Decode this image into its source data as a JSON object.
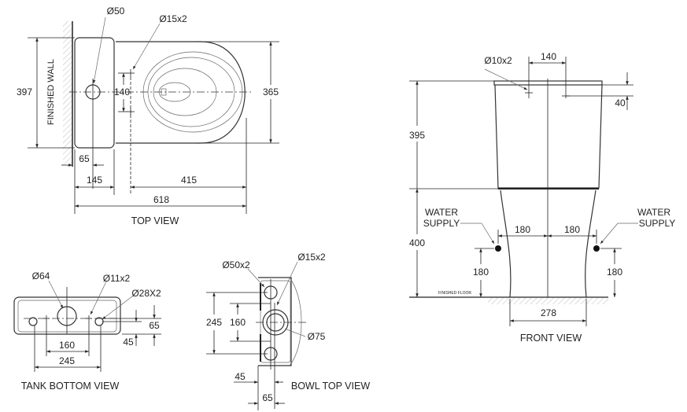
{
  "top_view": {
    "title": "TOP VIEW",
    "wall_label": "FINISHED WALL",
    "dims": {
      "d397": "397",
      "d365": "365",
      "d140": "140",
      "d65": "65",
      "d145": "145",
      "d415": "415",
      "d618": "618"
    },
    "callouts": {
      "outlet": "Ø50",
      "holes": "Ø15x2"
    }
  },
  "tank_bottom_view": {
    "title": "TANK BOTTOM VIEW",
    "dims": {
      "d160": "160",
      "d245": "245",
      "d65": "65",
      "d45": "45"
    },
    "callouts": {
      "outlet": "Ø64",
      "small_holes": "Ø11x2",
      "holes": "Ø28X2"
    }
  },
  "bowl_top_view": {
    "title": "BOWL TOP VIEW",
    "dims": {
      "d245": "245",
      "d160": "160",
      "d45": "45",
      "d65": "65"
    },
    "callouts": {
      "holes": "Ø50x2",
      "small_holes": "Ø15x2",
      "inlet": "Ø75"
    }
  },
  "front_view": {
    "title": "FRONT VIEW",
    "floor_label": "FINISHED FLOOR",
    "dims": {
      "d140": "140",
      "d40": "40",
      "d395": "395",
      "d400": "400",
      "d180_left": "180",
      "d180_right": "180",
      "d180_h_left": "180",
      "d180_h_right": "180",
      "d278": "278"
    },
    "callouts": {
      "holes": "Ø10x2"
    },
    "water_supply_left": [
      "WATER",
      "SUPPLY"
    ],
    "water_supply_right": [
      "WATER",
      "SUPPLY"
    ]
  }
}
